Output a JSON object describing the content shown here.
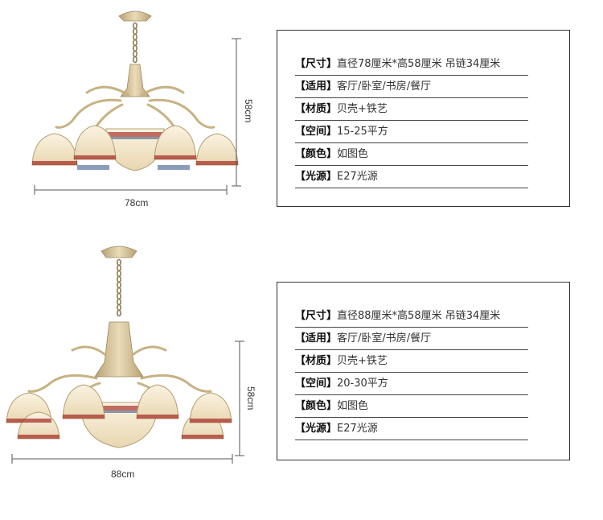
{
  "products": [
    {
      "width_label": "78cm",
      "height_label": "58cm",
      "specs": [
        {
          "key": "【尺寸】",
          "value": "直径78厘米*高58厘米  吊链34厘米"
        },
        {
          "key": "【适用】",
          "value": "客厅/卧室/书房/餐厅"
        },
        {
          "key": "【材质】",
          "value": "贝壳+铁艺"
        },
        {
          "key": "【空间】",
          "value": "15-25平方"
        },
        {
          "key": "【颜色】",
          "value": "如图色"
        },
        {
          "key": "【光源】",
          "value": "E27光源"
        }
      ]
    },
    {
      "width_label": "88cm",
      "height_label": "58cm",
      "specs": [
        {
          "key": "【尺寸】",
          "value": "直径88厘米*高58厘米  吊链34厘米"
        },
        {
          "key": "【适用】",
          "value": "客厅/卧室/书房/餐厅"
        },
        {
          "key": "【材质】",
          "value": "贝壳+铁艺"
        },
        {
          "key": "【空间】",
          "value": "20-30平方"
        },
        {
          "key": "【颜色】",
          "value": "如图色"
        },
        {
          "key": "【光源】",
          "value": "E27光源"
        }
      ]
    }
  ],
  "colors": {
    "metal": "#cdb98f",
    "shade": "#f3e7cf",
    "mosaic_red": "#a8352c",
    "mosaic_blue": "#3b5d8c"
  }
}
